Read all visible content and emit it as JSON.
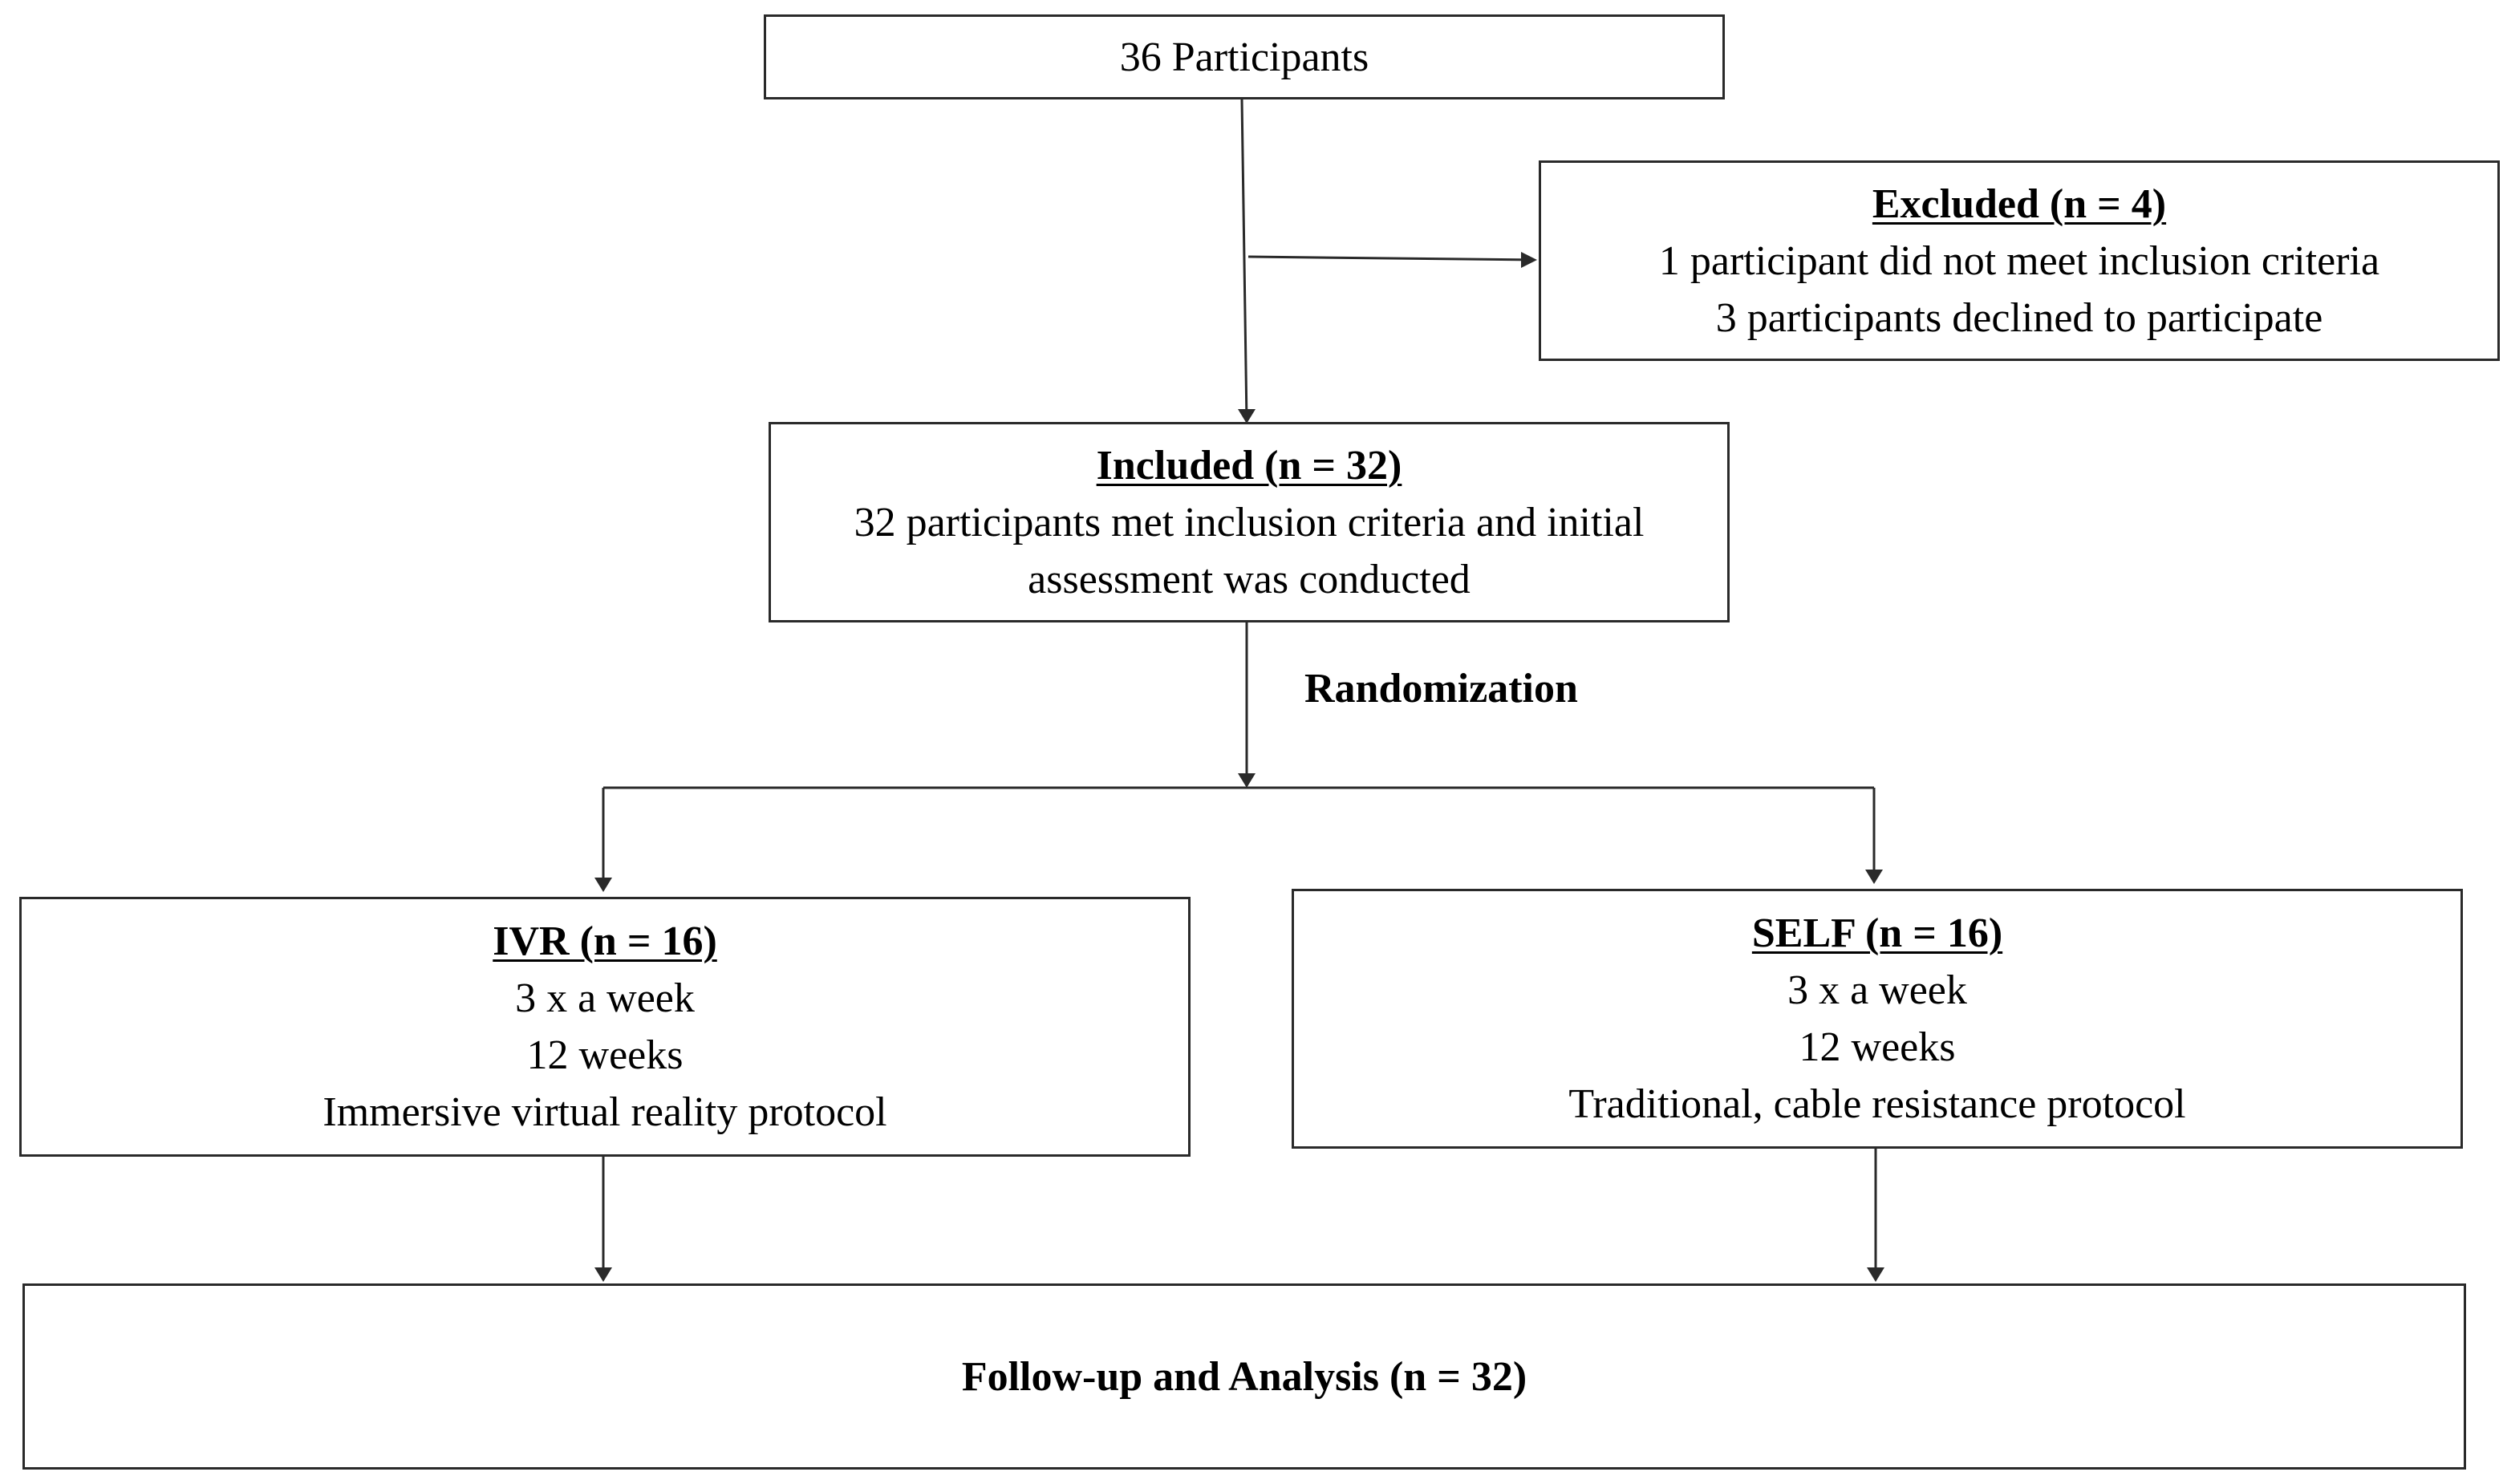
{
  "start": {
    "text": "36 Participants"
  },
  "excluded": {
    "heading": "Excluded (n = 4)",
    "lines": [
      "1 participant did not meet inclusion criteria",
      "3 participants declined to participate"
    ]
  },
  "included": {
    "heading": "Included (n = 32)",
    "lines": [
      "32 participants met inclusion criteria and initial",
      "assessment was conducted"
    ]
  },
  "randomization": {
    "label": "Randomization"
  },
  "ivr": {
    "heading": "IVR (n = 16)",
    "lines": [
      "3 x a week",
      "12 weeks",
      "Immersive virtual reality protocol"
    ]
  },
  "self": {
    "heading": "SELF (n = 16)",
    "lines": [
      "3 x a week",
      "12 weeks",
      "Traditional, cable resistance protocol"
    ]
  },
  "followup": {
    "text": "Follow-up and Analysis (n = 32)"
  },
  "colors": {
    "line": "#2a2a2a",
    "background": "#ffffff",
    "text": "#000000"
  }
}
